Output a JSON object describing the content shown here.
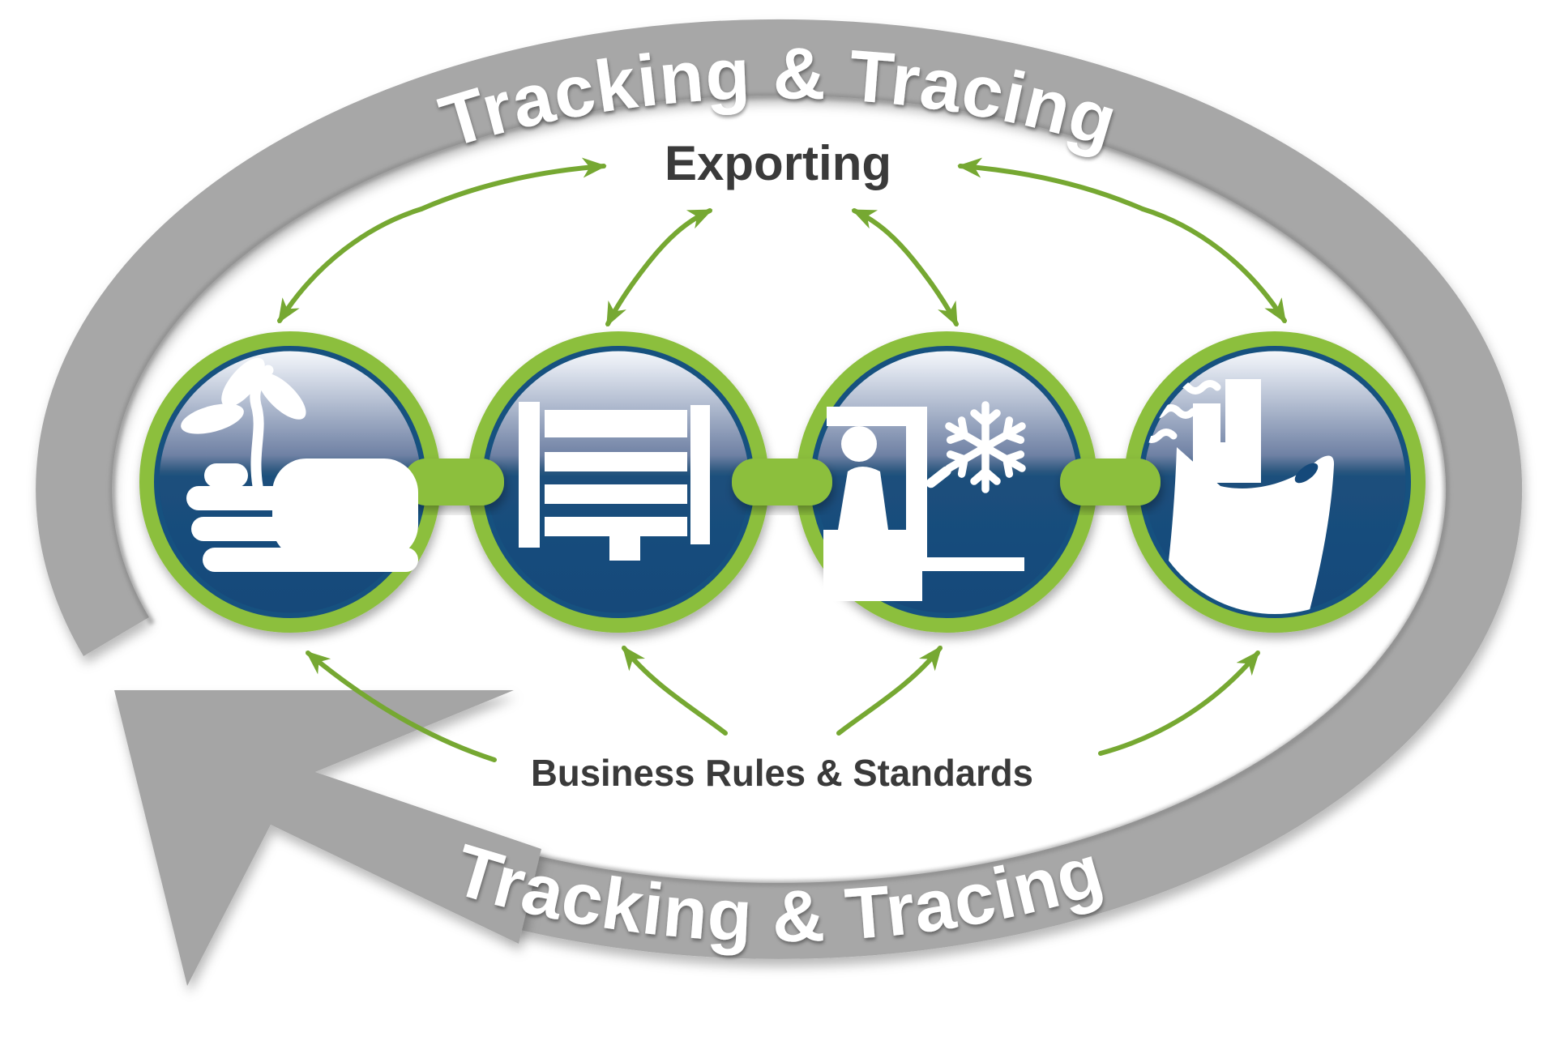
{
  "diagram": {
    "top_band_label": "Tracking & Tracing",
    "bottom_band_label": "Tracking & Tracing",
    "top_center_label": "Exporting",
    "bottom_center_label": "Business Rules & Standards",
    "stages": [
      {
        "id": "growing",
        "icon": "hand-seedling-icon"
      },
      {
        "id": "packing-shed",
        "icon": "gate-icon"
      },
      {
        "id": "cold-storage",
        "icon": "forklift-snowflake-icon"
      },
      {
        "id": "shipping",
        "icon": "ship-icon"
      }
    ],
    "colors": {
      "band_gray": "#A7A7A7",
      "band_shadow_gray": "#7F7F7F",
      "accent_green": "#8CBF3E",
      "arrow_green": "#76A832",
      "circle_blue_dark": "#15497A",
      "circle_border_blue": "#17517F",
      "icon_white": "#FFFFFF",
      "text_dark": "#3A3A3A",
      "text_light": "#FFFFFF"
    }
  }
}
